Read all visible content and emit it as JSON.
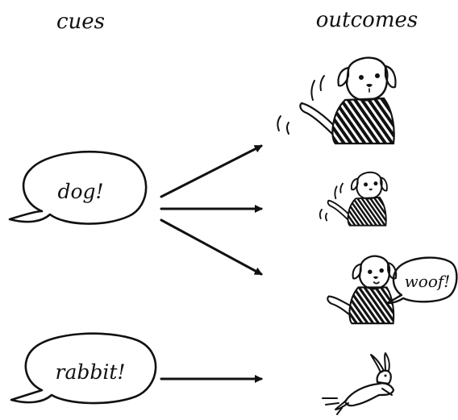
{
  "headers": {
    "cues": "cues",
    "outcomes": "outcomes"
  },
  "cues": [
    {
      "label": "dog!"
    },
    {
      "label": "rabbit!"
    }
  ],
  "outcomes": [
    {
      "icon": "dog-wagging-large-icon"
    },
    {
      "icon": "dog-wagging-small-icon"
    },
    {
      "icon": "dog-barking-icon",
      "speech": "woof!"
    },
    {
      "icon": "rabbit-running-icon"
    }
  ],
  "colors": {
    "ink": "#111111",
    "background": "#ffffff"
  }
}
